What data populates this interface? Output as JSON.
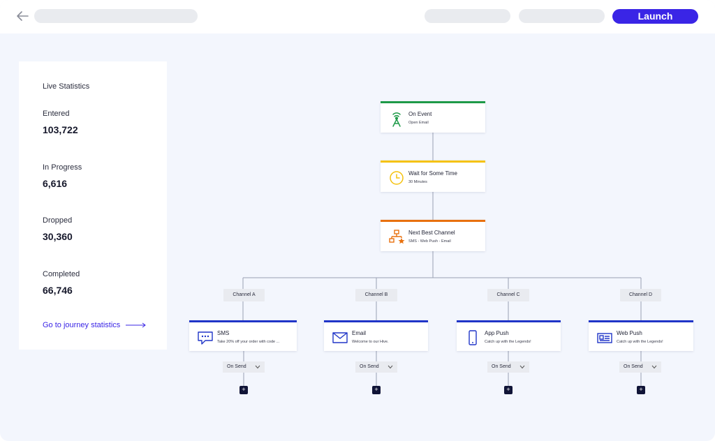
{
  "topbar": {
    "launch_label": "Launch"
  },
  "stats": {
    "title": "Live Statistics",
    "items": [
      {
        "label": "Entered",
        "value": "103,722"
      },
      {
        "label": "In Progress",
        "value": "6,616"
      },
      {
        "label": "Dropped",
        "value": "30,360"
      },
      {
        "label": "Completed",
        "value": "66,746"
      }
    ],
    "link_label": "Go to journey statistics"
  },
  "flow": {
    "on_event": {
      "title": "On Event",
      "subtitle": "Open Email",
      "icon": "antenna-icon",
      "color": "#1e9a48"
    },
    "wait": {
      "title": "Wait for Some Time",
      "subtitle": "30 Minutes",
      "icon": "clock-icon",
      "color": "#f5c20e"
    },
    "next_best": {
      "title": "Next Best Channel",
      "subtitle": "SMS - Web Push - Email",
      "icon": "channel-tree-icon",
      "color": "#e8710f"
    },
    "channels": [
      {
        "label": "Channel A",
        "node_title": "SMS",
        "node_subtitle": "Take 20% off your order with code ...",
        "icon": "sms-chat-icon",
        "trigger": "On Send"
      },
      {
        "label": "Channel B",
        "node_title": "Email",
        "node_subtitle": "Welcome to our Hive.",
        "icon": "envelope-icon",
        "trigger": "On Send"
      },
      {
        "label": "Channel C",
        "node_title": "App Push",
        "node_subtitle": "Catch up with the Legends!",
        "icon": "mobile-phone-icon",
        "trigger": "On Send"
      },
      {
        "label": "Channel D",
        "node_title": "Web Push",
        "node_subtitle": "Catch up with the Legends!",
        "icon": "browser-card-icon",
        "trigger": "On Send"
      }
    ],
    "channel_color": "#2035c8",
    "add_symbol": "+"
  }
}
